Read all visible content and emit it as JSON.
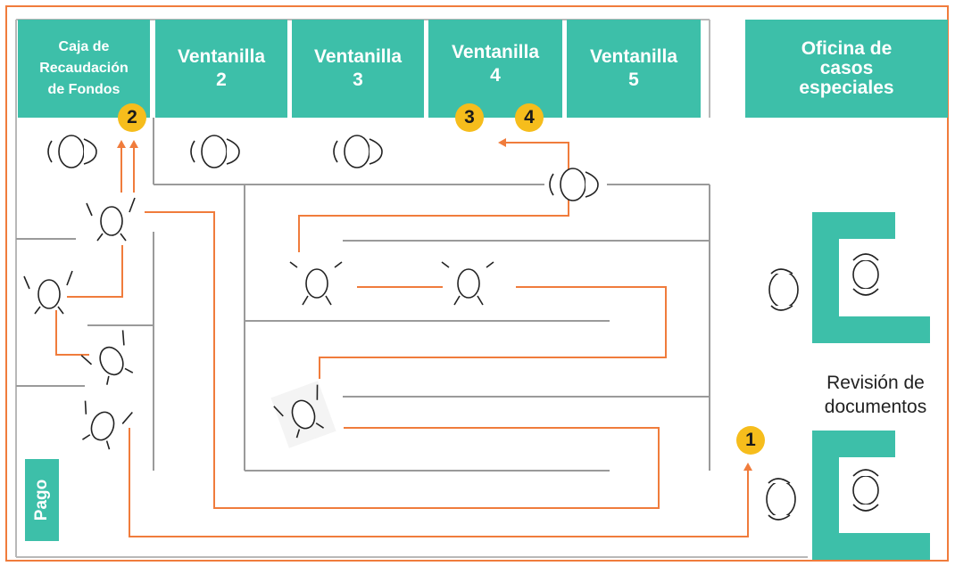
{
  "windows": {
    "caja": "Caja de\nRecaudación\nde Fondos",
    "v2": "Ventanilla\n2",
    "v3": "Ventanilla\n3",
    "v4": "Ventanilla\n4",
    "v5": "Ventanilla\n5",
    "oficina": "Oficina de\ncasos\nespeciales"
  },
  "labels": {
    "pago": "Pago",
    "revision": "Revisión de\ndocumentos"
  },
  "steps": [
    "1",
    "2",
    "3",
    "4"
  ],
  "colors": {
    "teal": "#3dbfa9",
    "orange": "#f07c3c",
    "badge": "#f6bd1c",
    "wall": "#9a9a9a"
  }
}
